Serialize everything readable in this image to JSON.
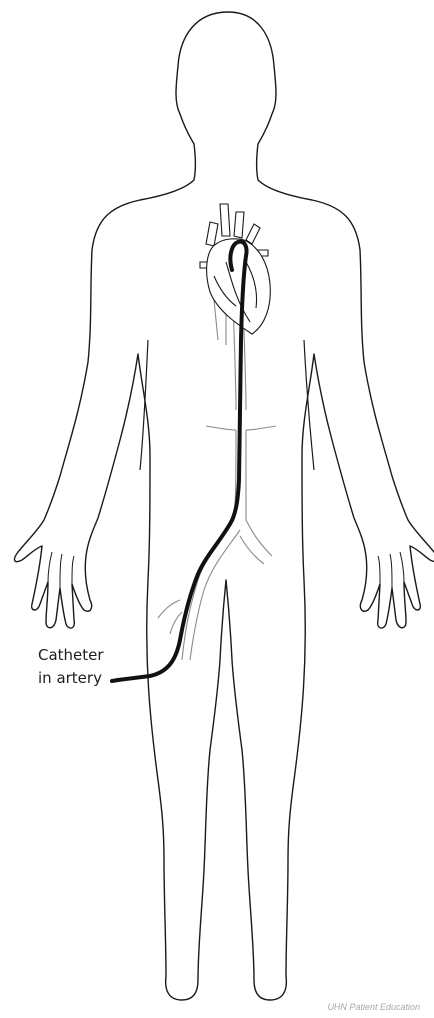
{
  "labels": {
    "catheter_line1": "Catheter",
    "catheter_line2": "in artery"
  },
  "credit": "UHN Patient Education",
  "colors": {
    "outline": "#1a1a1a",
    "catheter": "#111111",
    "vessels": "#888888",
    "credit_text": "#a8a8a8",
    "background": "#ffffff"
  }
}
